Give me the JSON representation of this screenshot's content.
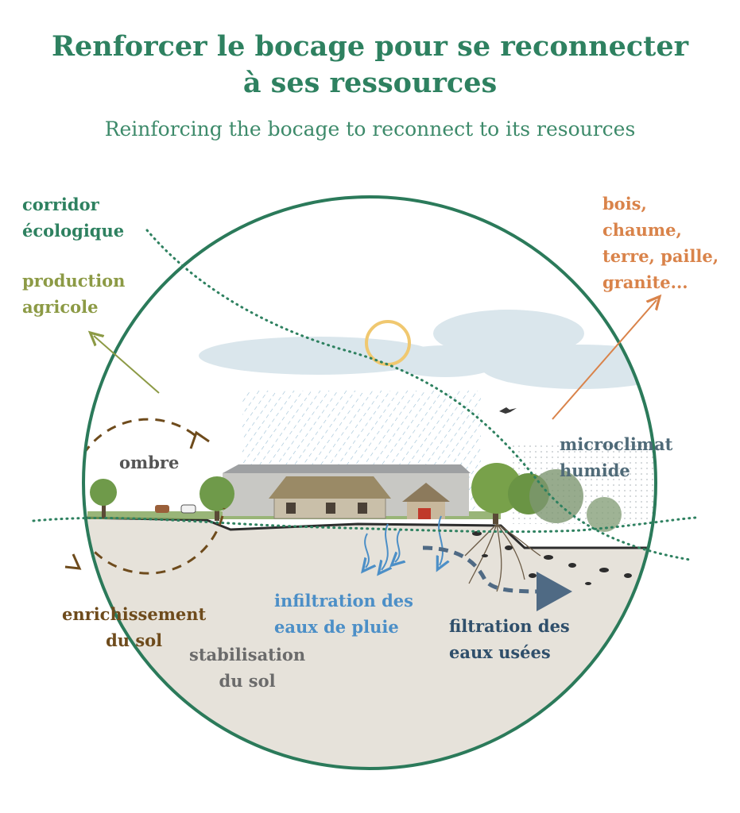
{
  "header": {
    "title_line1": "Renforcer le bocage pour se reconnecter",
    "title_line2": "à ses ressources",
    "subtitle": "Reinforcing the bocage to reconnect to its resources"
  },
  "labels": {
    "corridor": [
      "corridor",
      "écologique"
    ],
    "production": [
      "production",
      "agricole"
    ],
    "materials": [
      "bois,",
      "chaume,",
      "terre, paille,",
      "granite..."
    ],
    "ombre": "ombre",
    "microclimat": [
      "microclimat",
      "humide"
    ],
    "enrichissement": [
      "enrichissement",
      "du sol"
    ],
    "stabilisation": [
      "stabilisation",
      "du sol"
    ],
    "infiltration": [
      "infiltration des",
      "eaux de pluie"
    ],
    "filtration": [
      "filtration des",
      "eaux usées"
    ]
  },
  "colors": {
    "title": "#2e8160",
    "circle": "#2b7a5a",
    "corridor": "#2e8160",
    "production": "#8c9a45",
    "materials": "#d9834a",
    "ombre": "#555555",
    "microclimat": "#4f6a78",
    "enrichissement": "#6e4b1c",
    "stabilisation": "#6b6b6b",
    "infiltration": "#4c8fc7",
    "filtration": "#2f4f6b",
    "soil": "#e6e2da",
    "sky": "#dde8ee",
    "sun": "#f0c870"
  },
  "icons": [
    "sun-icon",
    "cloud-icon",
    "bird-icon",
    "tree-icon",
    "cow-icon",
    "house-icon",
    "roots-icon"
  ]
}
